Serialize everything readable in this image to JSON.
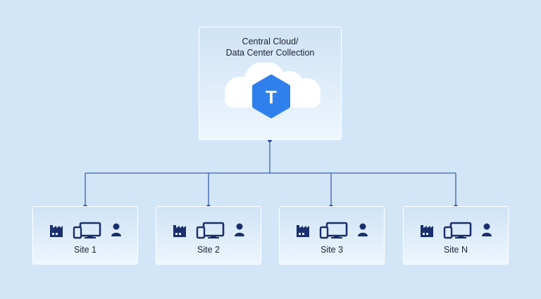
{
  "central": {
    "title_line1": "Central Cloud/",
    "title_line2": "Data Center Collection",
    "logo_letter": "T",
    "icon": "cloud-icon"
  },
  "sites": [
    {
      "label": "Site 1"
    },
    {
      "label": "Site 2"
    },
    {
      "label": "Site 3"
    },
    {
      "label": "Site N"
    }
  ],
  "site_icons": [
    "factory-icon",
    "devices-icon",
    "person-icon"
  ],
  "colors": {
    "background": "#d3e6f8",
    "line": "#3a5fb0",
    "icon": "#1a2f6e",
    "logo": "#2f80ed"
  }
}
